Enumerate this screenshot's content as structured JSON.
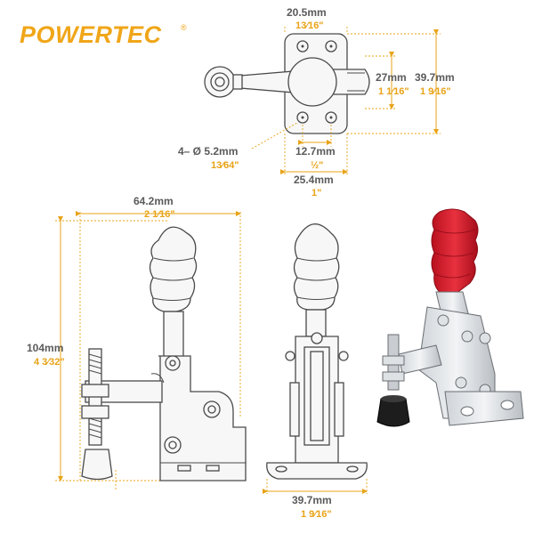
{
  "brand": {
    "name": "POWERTEC",
    "trademark": "®",
    "color": "#f0a619"
  },
  "colors": {
    "dimension_text": "#5a5a5a",
    "fraction_text": "#e8a317",
    "outline": "#4a4a4a",
    "handle_red": "#d9192a",
    "tip_black": "#1d1d1d"
  },
  "top_view": {
    "width_mm": "20.5mm",
    "width_in": "13⁄16\"",
    "inner_height_mm": "27mm",
    "inner_height_in": "1 1⁄16\"",
    "outer_height_mm": "39.7mm",
    "outer_height_in": "1 9⁄16\"",
    "hole_label_mm": "4– Ø 5.2mm",
    "hole_label_in": "13⁄64\"",
    "hole_spacing_mm": "12.7mm",
    "hole_spacing_in": "½\"",
    "base_width_mm": "25.4mm",
    "base_width_in": "1\""
  },
  "side_view": {
    "width_mm": "64.2mm",
    "width_in": "2 1⁄16\"",
    "height_mm": "104mm",
    "height_in": "4 3⁄32\""
  },
  "front_view": {
    "width_mm": "39.7mm",
    "width_in": "1 9⁄16\""
  }
}
